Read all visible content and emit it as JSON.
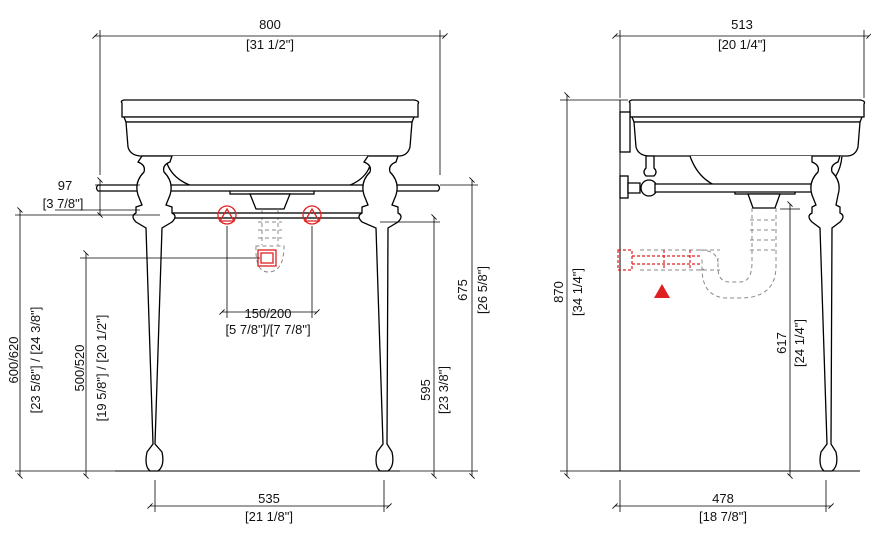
{
  "colors": {
    "line": "#000000",
    "accent_red": "#e02020",
    "hidden_line": "#888888"
  },
  "front_view": {
    "width_mm": "800",
    "width_in": "[31 1/2\"]",
    "rail_offset_mm": "97",
    "rail_offset_in": "[3 7/8\"]",
    "rail_height_mm": "600/620",
    "rail_height_in": "[23 5/8\"] / [24 3/8\"]",
    "waste_height_mm": "500/520",
    "waste_height_in": "[19 5/8\"] / [20 1/2\"]",
    "tap_spacing_mm": "150/200",
    "tap_spacing_in": "[5 7/8\"]/[7 7/8\"]",
    "leg_height_mm": "595",
    "leg_height_in": "[23 3/8\"]",
    "top_height_mm": "675",
    "top_height_in": "[26 5/8\"]",
    "leg_spacing_mm": "535",
    "leg_spacing_in": "[21 1/8\"]"
  },
  "side_view": {
    "depth_mm": "513",
    "depth_in": "[20 1/4\"]",
    "total_height_mm": "870",
    "total_height_in": "[34 1/4\"]",
    "trap_height_mm": "617",
    "trap_height_in": "[24 1/4\"]",
    "leg_depth_mm": "478",
    "leg_depth_in": "[18 7/8\"]"
  }
}
